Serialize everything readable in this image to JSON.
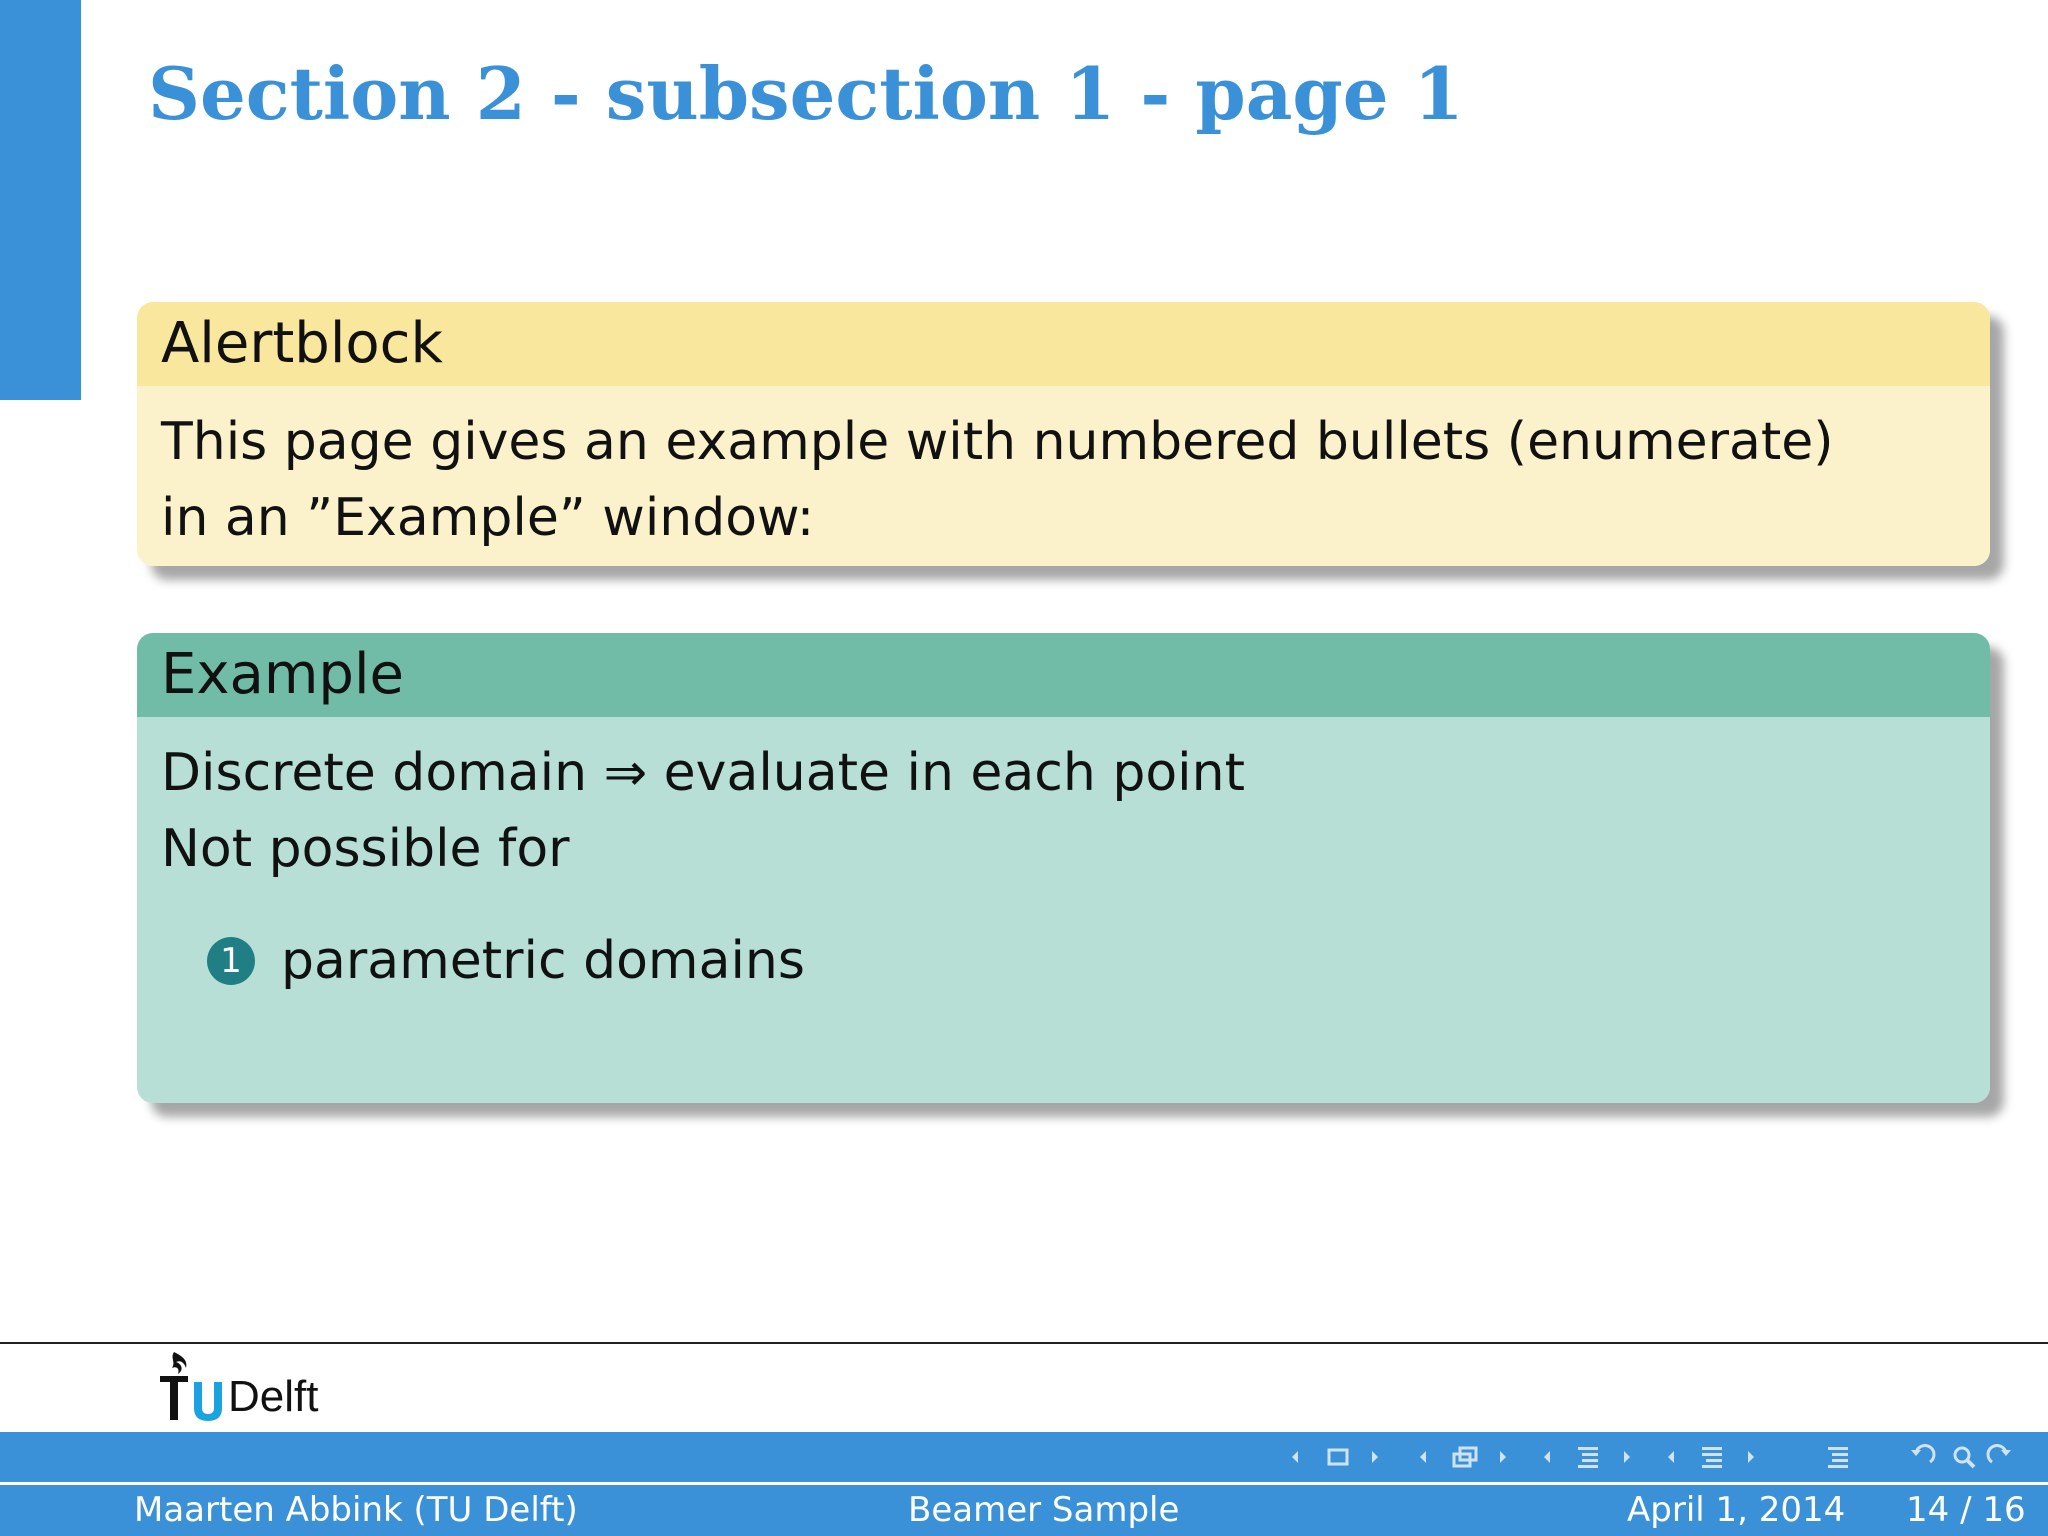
{
  "slide": {
    "title": "Section 2 - subsection 1 - page 1"
  },
  "alert_block": {
    "title": "Alertblock",
    "lines": [
      "This page gives an example with numbered bullets (enumerate)",
      "in an ”Example” window:"
    ]
  },
  "example_block": {
    "title": "Example",
    "lines": [
      "Discrete domain ⇒ evaluate in each point",
      "Not possible for"
    ],
    "items": [
      {
        "number": "1",
        "text": "parametric domains"
      }
    ]
  },
  "logo": {
    "text": "Delft",
    "mark": "TU"
  },
  "footer": {
    "author": "Maarten Abbink (TU Delft)",
    "title": "Beamer Sample",
    "date": "April 1, 2014",
    "page": "14 / 16"
  },
  "nav_icons": [
    "nav-slide-icon",
    "nav-frame-icon",
    "nav-subsection-icon",
    "nav-section-icon",
    "nav-document-icon",
    "nav-back-search-forward-icon"
  ],
  "colors": {
    "accent": "#3a91d7",
    "alert_header": "#f8e79c",
    "alert_body": "#fbf2cc",
    "example_header": "#71bca6",
    "example_body": "#b7dfd5",
    "enum_bullet": "#1f7f85"
  }
}
